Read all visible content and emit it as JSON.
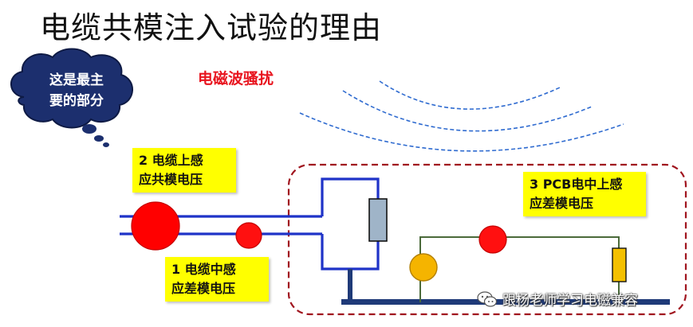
{
  "slide": {
    "title": "电缆共模注入试验的理由"
  },
  "interference": {
    "label": "电磁波骚扰"
  },
  "thought_bubble": {
    "text": "这是最主\n要的部分"
  },
  "labels": {
    "common_mode": "2  电缆上感\n应共模电压",
    "differential_mode": "1  电缆中感\n应差模电压",
    "pcb": "3  PCB电中上感\n应差模电压"
  },
  "watermark": {
    "text": "跟杨老师学习电磁兼容",
    "icon": "wechat-icon"
  },
  "colors": {
    "wire": "#1f33c8",
    "wave": "#2f6bd0",
    "big_clamp": "#ff0000",
    "small_clamp": "#ff1010",
    "cloud": "#1c2f6e",
    "pcb_border": "#a0141e",
    "resistor_grey": "#9fb4c8",
    "resistor_yellow": "#f4c000",
    "source_yellow": "#f5b400",
    "label_bg": "#ffff00",
    "ground": "#1f3a78",
    "pcb_trace": "#4a6a3a"
  }
}
